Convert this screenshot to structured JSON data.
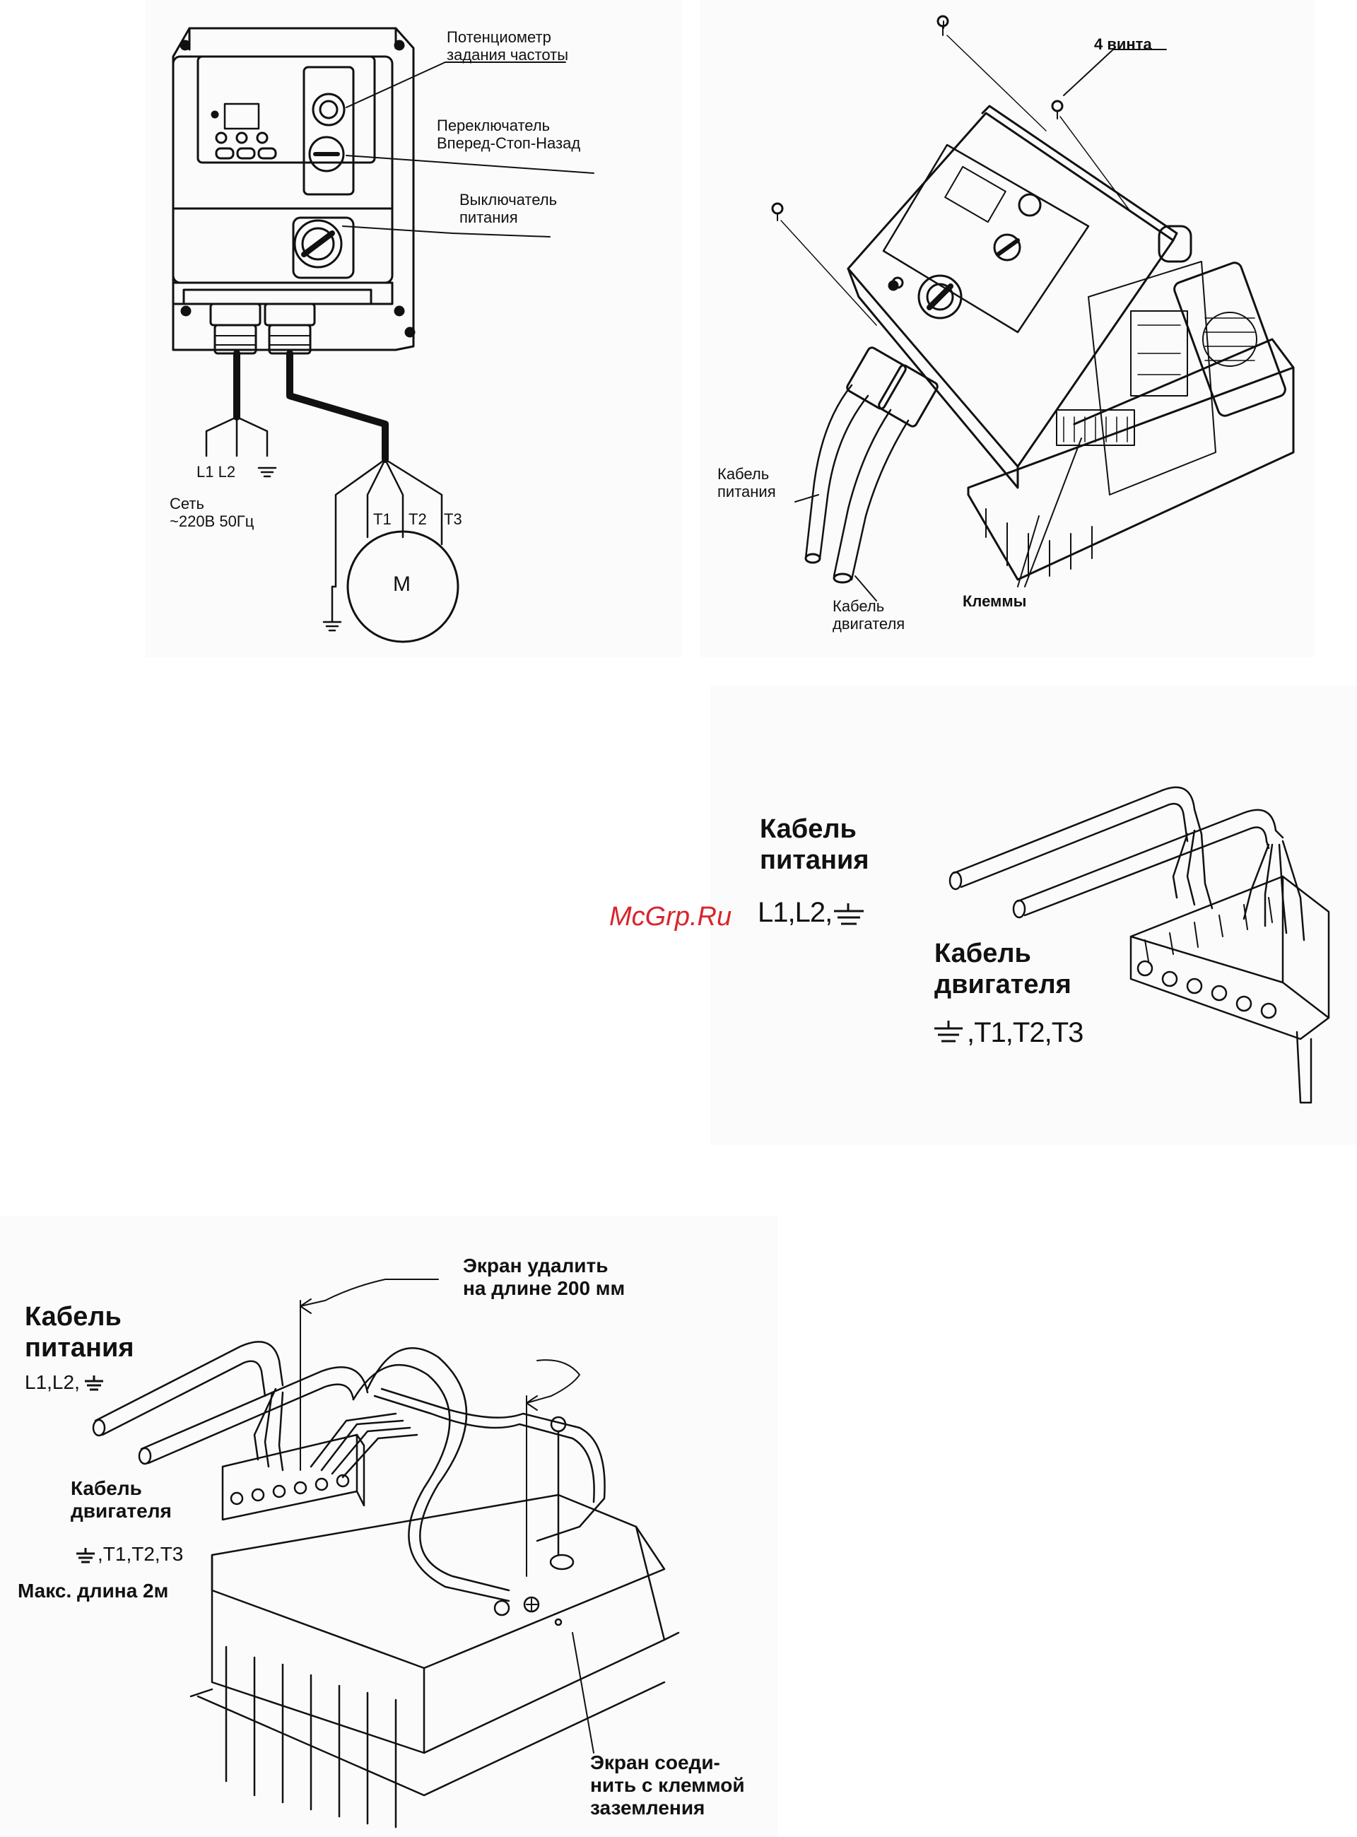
{
  "top_left": {
    "potentiometer": [
      "Потенциометр",
      "задания частоты"
    ],
    "switch": [
      "Переключатель",
      "Вперед-Стоп-Назад"
    ],
    "power_switch": [
      "Выключатель",
      "питания"
    ],
    "mains_terms": "L1 L2",
    "mains": [
      "Сеть",
      "~220В 50Гц"
    ],
    "t1": "T1",
    "t2": "T2",
    "t3": "T3",
    "motor": "M"
  },
  "top_right": {
    "screws": "4 винта",
    "power_cable": [
      "Кабель",
      "питания"
    ],
    "motor_cable": [
      "Кабель",
      "двигателя"
    ],
    "terminals": "Клеммы"
  },
  "middle": {
    "power_cable": [
      "Кабель",
      "питания"
    ],
    "power_terms": "L1,L2,",
    "motor_cable": [
      "Кабель",
      "двигателя"
    ],
    "motor_terms": ",T1,T2,T3",
    "watermark": "McGrp.Ru"
  },
  "bottom": {
    "power_cable": [
      "Кабель",
      "питания"
    ],
    "power_terms": "L1,L2,",
    "motor_cable": [
      "Кабель",
      "двигателя"
    ],
    "motor_terms": ",T1,T2,T3",
    "max_len": "Макс. длина 2м",
    "shield_remove": [
      "Экран удалить",
      "на длине 200 мм"
    ],
    "shield_connect": [
      "Экран соеди-",
      "нить с клеммой",
      "заземления"
    ]
  }
}
